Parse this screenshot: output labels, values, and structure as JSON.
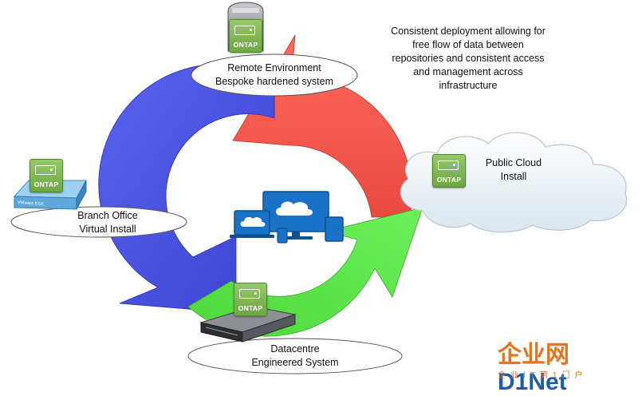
{
  "nodes": {
    "remote": {
      "line1": "Remote Environment",
      "line2": "Bespoke hardened system"
    },
    "branch": {
      "line1": "Branch Office",
      "line2": "Virtual Install"
    },
    "cloud": {
      "line1": "Public Cloud",
      "line2": "Install"
    },
    "datacentre": {
      "line1": "Datacentre",
      "line2": "Engineered System"
    }
  },
  "annotation": {
    "lines": [
      "Consistent deployment allowing for",
      "free flow of data between",
      "repositories and consistent access",
      "and management across",
      "infrastructure"
    ]
  },
  "badge": {
    "label": "ONTAP"
  },
  "vmware_label": "VMware ESX",
  "watermark": {
    "brand_cn": "企业网",
    "brand_en": "D1Net",
    "tagline": "企业IT第1门户"
  },
  "colors": {
    "red_arrow": "#f05a50",
    "blue_arrow": "#4a53e0",
    "green_arrow": "#5ae048",
    "ontap_green": "#7ab552",
    "device_blue": "#1a72c8"
  },
  "icons": [
    "ontap-badge-icon",
    "tower-server-icon",
    "vmware-box-icon",
    "rack-server-icon",
    "cloud-shape-icon",
    "devices-icon"
  ]
}
